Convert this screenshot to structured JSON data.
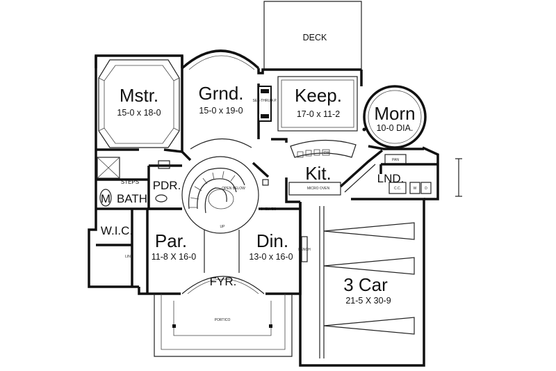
{
  "rooms": {
    "deck": {
      "name": "DECK"
    },
    "master": {
      "name": "Mstr.",
      "dims": "15-0 x 18-0"
    },
    "grand": {
      "name": "Grnd.",
      "dims": "15-0 x 19-0"
    },
    "keeping": {
      "name": "Keep.",
      "dims": "17-0 x 11-2"
    },
    "morning": {
      "name": "Morn",
      "dims": "10-0 DIA."
    },
    "kitchen": {
      "name": "Kit."
    },
    "laundry": {
      "name": "LND."
    },
    "powder": {
      "name": "PDR."
    },
    "bath": {
      "name": "BATH"
    },
    "mbath_m": {
      "name": "M"
    },
    "wic": {
      "name": "W.I.C."
    },
    "parlor": {
      "name": "Par.",
      "dims": "11-8 X 16-0"
    },
    "dining": {
      "name": "Din.",
      "dims": "13-0 x 16-0"
    },
    "foyer": {
      "name": "FYR."
    },
    "garage": {
      "name": "3 Car",
      "dims": "21-5 X 30-9"
    },
    "portico": {
      "name": "PORTICO"
    }
  },
  "fixtures": {
    "fireplace": "SEE-THRU F.P.",
    "dw": "DW",
    "microwave": "MICRO OVEN",
    "open_below": "OPEN BELOW",
    "steps": "STEPS",
    "shelves": "SHELVES",
    "pan": "PAN",
    "bench": "BENCH",
    "cc": "C.C.",
    "w": "W",
    "d": "D",
    "up": "UP",
    "linen": "LIN"
  }
}
